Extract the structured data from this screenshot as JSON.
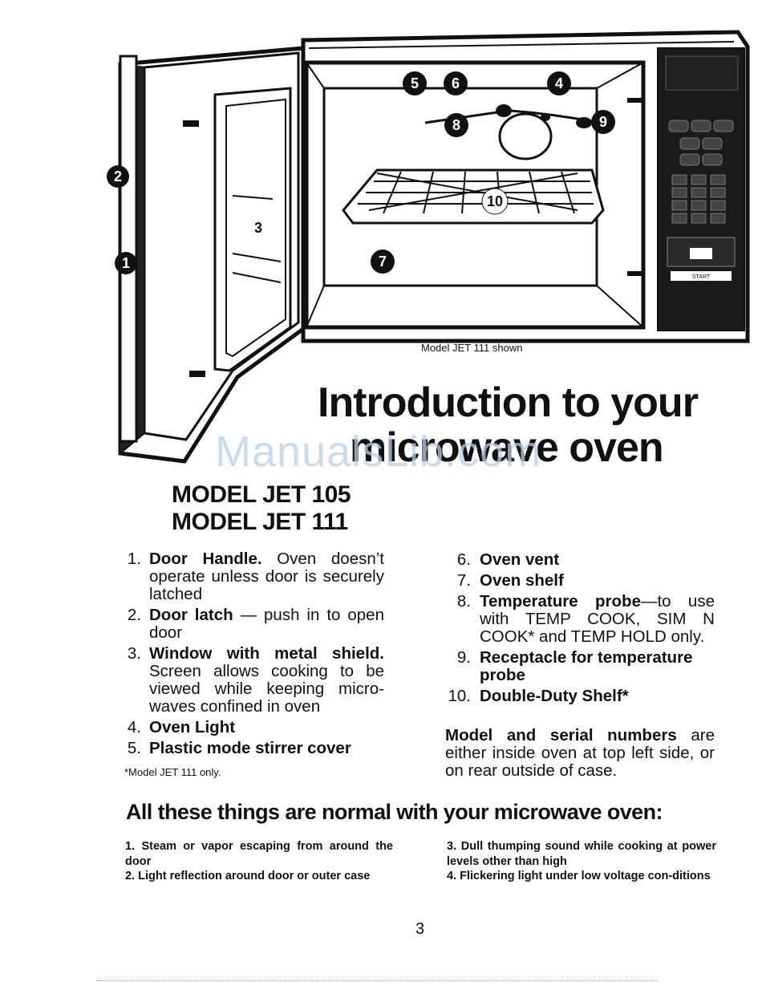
{
  "illustration": {
    "caption": "Model JET 111 shown",
    "callouts": [
      "1",
      "2",
      "3",
      "4",
      "5",
      "6",
      "7",
      "8",
      "9",
      "10"
    ],
    "control_panel_start_label": "START"
  },
  "title": {
    "line1": "Introduction to your",
    "line2": "microwave oven"
  },
  "watermark": "ManualsLib.com",
  "models": {
    "line1": "MODEL JET 105",
    "line2": "MODEL JET 111"
  },
  "parts_left": [
    {
      "num": "1.",
      "bold": "Door Handle.",
      "text": " Oven doesn’t operate unless door is securely latched"
    },
    {
      "num": "2.",
      "bold": "Door latch",
      "text": " — push in to open door"
    },
    {
      "num": "3.",
      "bold": "Window with metal shield.",
      "text": " Screen allows cooking to be viewed while keeping micro-waves confined in oven"
    },
    {
      "num": "4.",
      "bold": "Oven Light",
      "text": ""
    },
    {
      "num": "5.",
      "bold": "Plastic mode stirrer cover",
      "text": ""
    }
  ],
  "footnote": "*Model JET 111 only.",
  "parts_right": [
    {
      "num": "6.",
      "bold": "Oven vent",
      "text": ""
    },
    {
      "num": "7.",
      "bold": "Oven shelf",
      "text": ""
    },
    {
      "num": "8.",
      "bold": "Temperature probe",
      "text": "—to use with TEMP COOK, SIM N COOK* and TEMP HOLD only."
    },
    {
      "num": "9.",
      "bold": "Receptacle for temperature probe",
      "text": ""
    },
    {
      "num": "10.",
      "bold": "Double-Duty Shelf*",
      "text": ""
    }
  ],
  "serial_note": {
    "bold": "Model and serial numbers",
    "text": " are either inside oven at top left side, or on rear outside of case."
  },
  "normal_heading": "All these things are normal with your microwave oven:",
  "normal_left": "1. Steam or vapor escaping from around the door 2. Light reflection around door or outer case",
  "normal_left_items": [
    "1. Steam or vapor escaping from around the door",
    "2. Light reflection around door or outer case"
  ],
  "normal_right_items": [
    "3. Dull thumping sound while cooking at power levels other than high",
    "4. Flickering light under low voltage con-ditions"
  ],
  "page_number": "3"
}
